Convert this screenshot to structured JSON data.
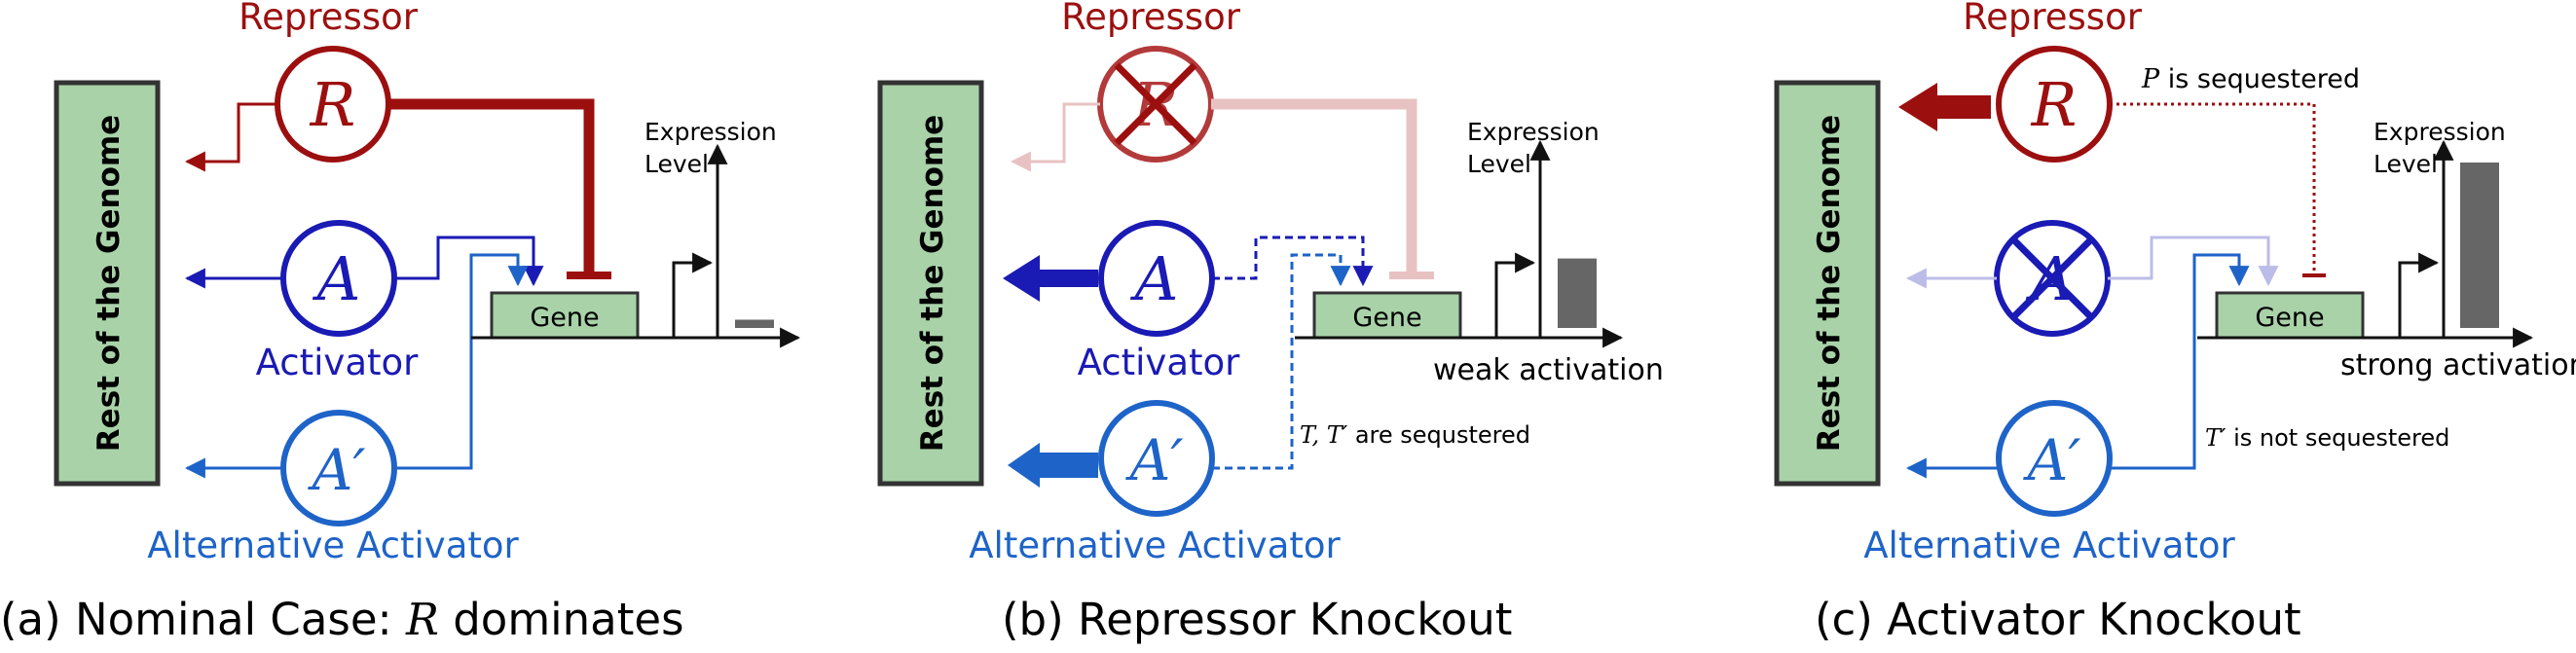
{
  "colors": {
    "repressor": "#9c0f0f",
    "repressor_faded": "#e8c2c2",
    "repressor_mid": "#b33a3a",
    "activator": "#1a1ab4",
    "activator_faded": "#bcbce8",
    "alt_activator": "#1e63c8",
    "genome_fill": "#a9d2a9",
    "genome_stroke": "#333333",
    "gene_fill": "#a9d2a9",
    "bar_fill": "#666666",
    "line": "#111111"
  },
  "labels": {
    "repressor": "Repressor",
    "activator": "Activator",
    "alt_activator": "Alternative Activator",
    "genome": "Rest of the Genome",
    "gene": "Gene",
    "expression_line1": "Expression",
    "expression_line2": "Level",
    "node_r": "R",
    "node_a": "A",
    "node_aprime": "A′"
  },
  "panels": [
    {
      "caption": "(a) Nominal Case: R dominates",
      "caption_prefix": "(a) Nominal Case: ",
      "caption_var": "R",
      "caption_suffix": " dominates",
      "expression_level": 0.05,
      "activation_note": "",
      "side_note": ""
    },
    {
      "caption": "(b) Repressor Knockout",
      "expression_level": 0.42,
      "activation_note": "weak activation",
      "side_note_var": "T, T′",
      "side_note_text": " are sequstered"
    },
    {
      "caption": "(c) Activator Knockout",
      "expression_level": 1.0,
      "activation_note": "strong activation",
      "top_note_var": "P",
      "top_note_text": " is sequestered",
      "side_note_var": "T′",
      "side_note_text": " is not sequestered"
    }
  ]
}
